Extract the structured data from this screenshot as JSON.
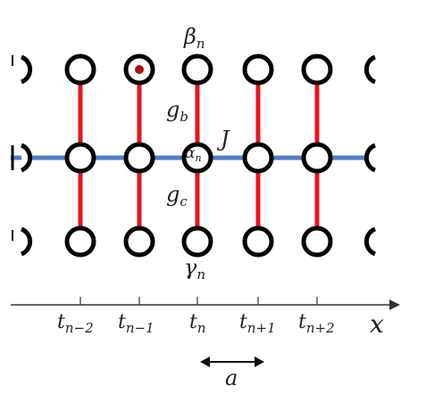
{
  "labels": {
    "beta": "β",
    "beta_sub": "n",
    "alpha": "α",
    "alpha_sub": "n",
    "gamma": "γ",
    "gamma_sub": "n",
    "g_b": "g",
    "g_b_sub": "b",
    "g_c": "g",
    "g_c_sub": "c",
    "coupling": "J",
    "axis": "x",
    "spacing": "a"
  },
  "ticks": [
    {
      "main": "t",
      "sub": "n−2"
    },
    {
      "main": "t",
      "sub": "n−1"
    },
    {
      "main": "t",
      "sub": "n"
    },
    {
      "main": "t",
      "sub": "n+1"
    },
    {
      "main": "t",
      "sub": "n+2"
    }
  ],
  "colors": {
    "rung": "#e8141b",
    "chain": "#4f7dc9",
    "node_stroke": "#000000",
    "marked_dot": "#b01010"
  }
}
